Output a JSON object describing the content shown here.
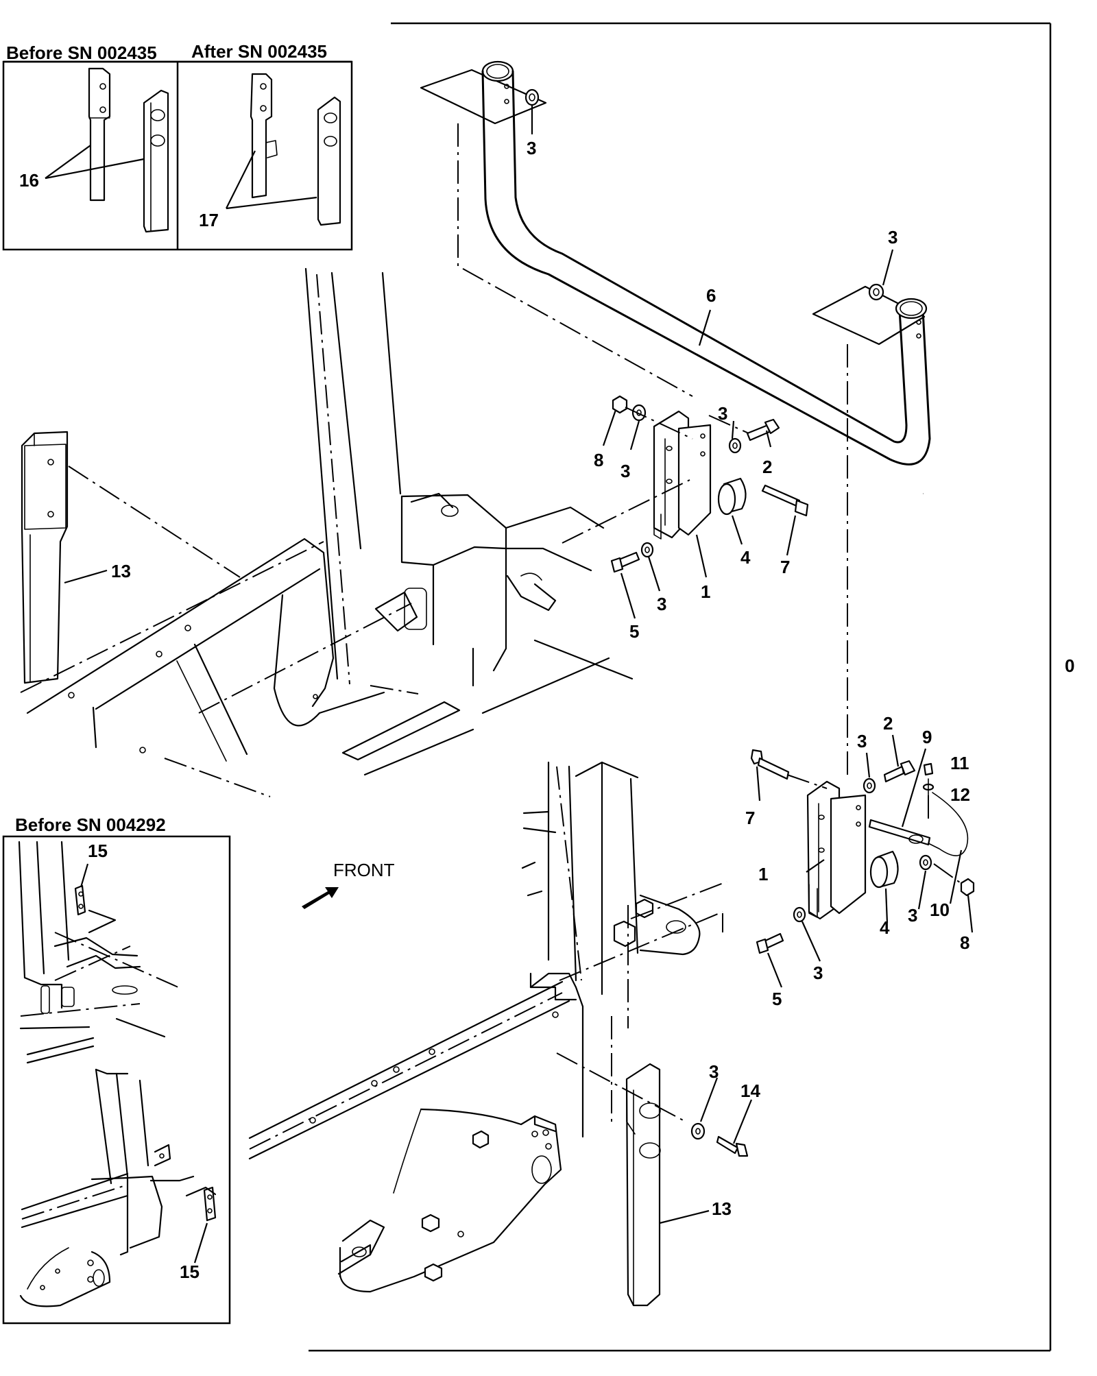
{
  "insets": {
    "top_left_before": "Before SN 002435",
    "top_left_after": "After SN 002435",
    "bottom_left": "Before SN 004292"
  },
  "direction_label": "FRONT",
  "sheet_number": "0",
  "callouts": {
    "c1a": "1",
    "c1b": "1",
    "c2a": "2",
    "c2b": "2",
    "c3a": "3",
    "c3b": "3",
    "c3c": "3",
    "c3d": "3",
    "c3e": "3",
    "c3f": "3",
    "c3g": "3",
    "c3h": "3",
    "c3i": "3",
    "c3j": "3",
    "c4a": "4",
    "c4b": "4",
    "c5a": "5",
    "c5b": "5",
    "c6": "6",
    "c7a": "7",
    "c7b": "7",
    "c8a": "8",
    "c8b": "8",
    "c9": "9",
    "c10": "10",
    "c11": "11",
    "c12": "12",
    "c13a": "13",
    "c13b": "13",
    "c14": "14",
    "c15a": "15",
    "c15b": "15",
    "c16": "16",
    "c17": "17"
  }
}
